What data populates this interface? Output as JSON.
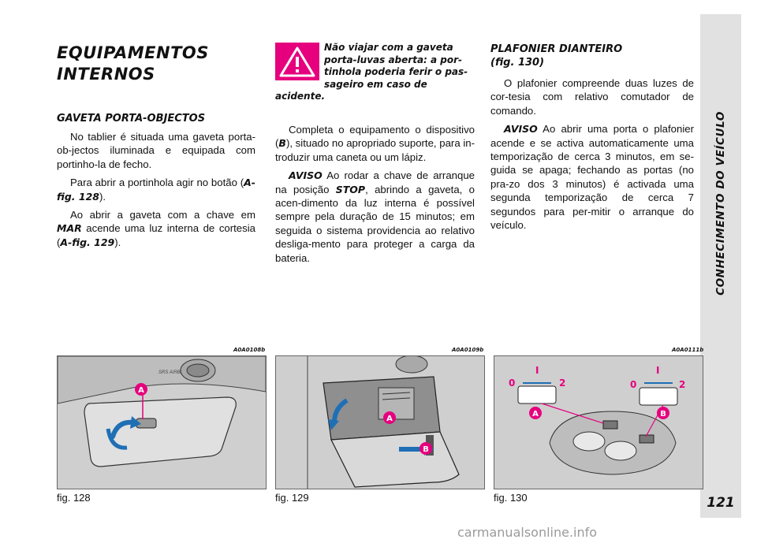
{
  "sidebar": {
    "section_title": "CONHECIMENTO DO VEÍCULO",
    "page_number": "121"
  },
  "col1": {
    "title_line1": "EQUIPAMENTOS",
    "title_line2": "INTERNOS",
    "subtitle": "GAVETA PORTA-OBJECTOS",
    "p1": "No tablier é situada uma gaveta porta-ob-jectos iluminada e equipada com portinho-la de fecho.",
    "p2_a": "Para abrir a portinhola agir no botão (",
    "p2_ref": "A-fig. 128",
    "p2_b": ").",
    "p3_a": "Ao abrir a gaveta com a chave em ",
    "p3_key": "MAR",
    "p3_b": " acende uma luz interna de cortesia (",
    "p3_ref": "A-fig. 129",
    "p3_c": ")."
  },
  "col2": {
    "warning": "Não viajar com a gaveta porta-luvas aberta: a por-tinhola poderia ferir o pas-sageiro em caso de acidente.",
    "p1_a": "Completa o equipamento o dispositivo (",
    "p1_ref": "B",
    "p1_b": "), situado no apropriado suporte, para in-troduzir uma caneta ou um lápiz.",
    "p2_label": "AVISO",
    "p2_a": " Ao rodar a chave de arranque na posição ",
    "p2_key": "STOP",
    "p2_b": ", abrindo a gaveta, o acen-dimento da luz interna é possível sempre pela duração de 15 minutos; em seguida o sistema providencia ao relativo desliga-mento para proteger a carga da bateria."
  },
  "col3": {
    "title_line1": "PLAFONIER DIANTEIRO",
    "title_line2": "(fig. 130)",
    "p1": "O plafonier compreende duas luzes de cor-tesia com relativo comutador de comando.",
    "p2_label": "AVISO",
    "p2": " Ao abrir uma porta o plafonier acende e se activa automaticamente uma temporização de cerca 3 minutos, em se-guida se apaga; fechando as portas (no pra-zo dos 3 minutos) é activada uma segunda temporização de cerca 7 segundos para per-mitir o arranque do veículo."
  },
  "figures": [
    {
      "code": "A0A0108b",
      "caption": "fig. 128",
      "labels": [
        "A"
      ],
      "text": "SRS AIRBAG"
    },
    {
      "code": "A0A0109b",
      "caption": "fig. 129",
      "labels": [
        "A",
        "B"
      ]
    },
    {
      "code": "A0A0111b",
      "caption": "fig. 130",
      "labels": [
        "A",
        "B"
      ],
      "switch_left": [
        "0",
        "I",
        "2"
      ],
      "switch_right": [
        "0",
        "I",
        "2"
      ]
    }
  ],
  "watermark": "carmanualsonline.info",
  "colors": {
    "accent": "#e6007e",
    "sidebar_bg": "#e1e1e1",
    "figure_bg": "#d4d4d4"
  }
}
